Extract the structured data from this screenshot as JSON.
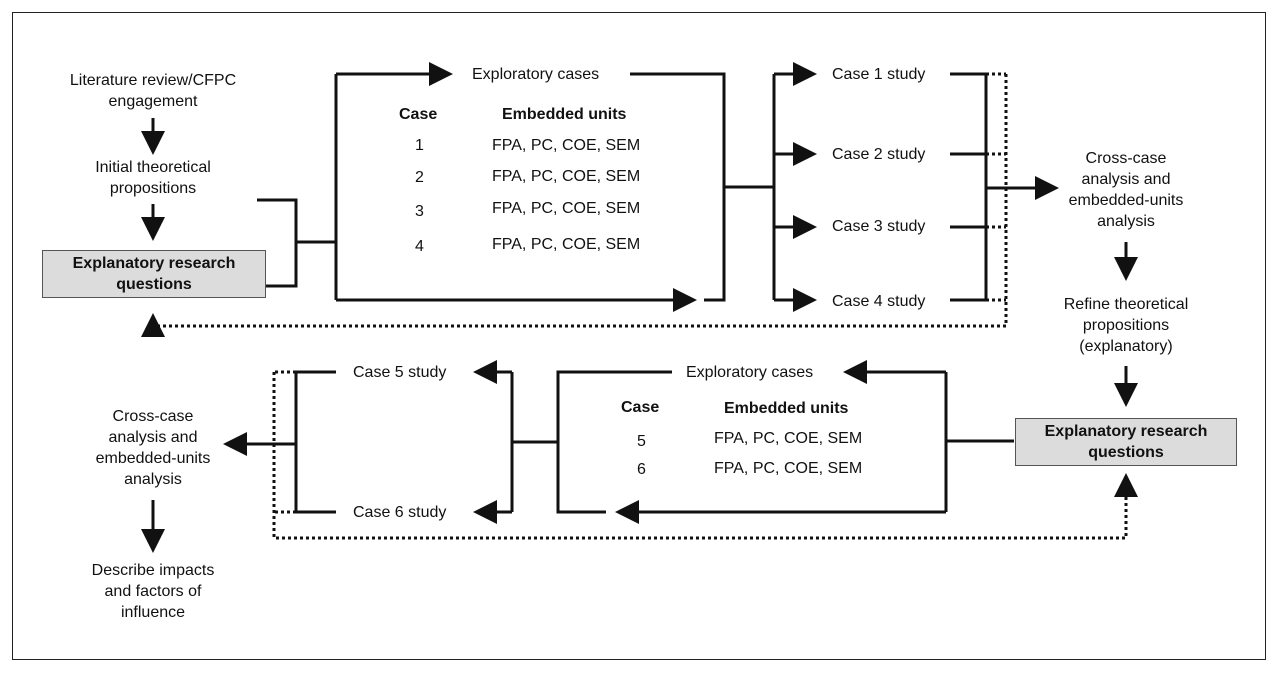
{
  "left_column": {
    "literature": [
      "Literature review/CFPC",
      "engagement"
    ],
    "initial": [
      "Initial theoretical",
      "propositions"
    ],
    "questions": [
      "Explanatory research",
      "questions"
    ]
  },
  "top_group": {
    "title": "Exploratory cases",
    "case_header": "Case",
    "units_header": "Embedded units",
    "rows": [
      {
        "case": "1",
        "units": "FPA, PC, COE, SEM"
      },
      {
        "case": "2",
        "units": "FPA, PC, COE, SEM"
      },
      {
        "case": "3",
        "units": "FPA, PC, COE, SEM"
      },
      {
        "case": "4",
        "units": "FPA, PC, COE, SEM"
      }
    ],
    "studies": [
      "Case 1 study",
      "Case 2 study",
      "Case 3 study",
      "Case 4 study"
    ]
  },
  "right_column": {
    "cross_case": [
      "Cross-case",
      "analysis and",
      "embedded-units",
      "analysis"
    ],
    "refine": [
      "Refine theoretical",
      "propositions",
      "(explanatory)"
    ],
    "questions": [
      "Explanatory research",
      "questions"
    ]
  },
  "bottom_group": {
    "title": "Exploratory cases",
    "case_header": "Case",
    "units_header": "Embedded units",
    "rows": [
      {
        "case": "5",
        "units": "FPA, PC, COE, SEM"
      },
      {
        "case": "6",
        "units": "FPA, PC, COE, SEM"
      }
    ],
    "studies": [
      "Case 5 study",
      "Case 6 study"
    ]
  },
  "bottom_left": {
    "cross_case": [
      "Cross-case",
      "analysis and",
      "embedded-units",
      "analysis"
    ],
    "describe": [
      "Describe impacts",
      "and factors of",
      "influence"
    ]
  }
}
